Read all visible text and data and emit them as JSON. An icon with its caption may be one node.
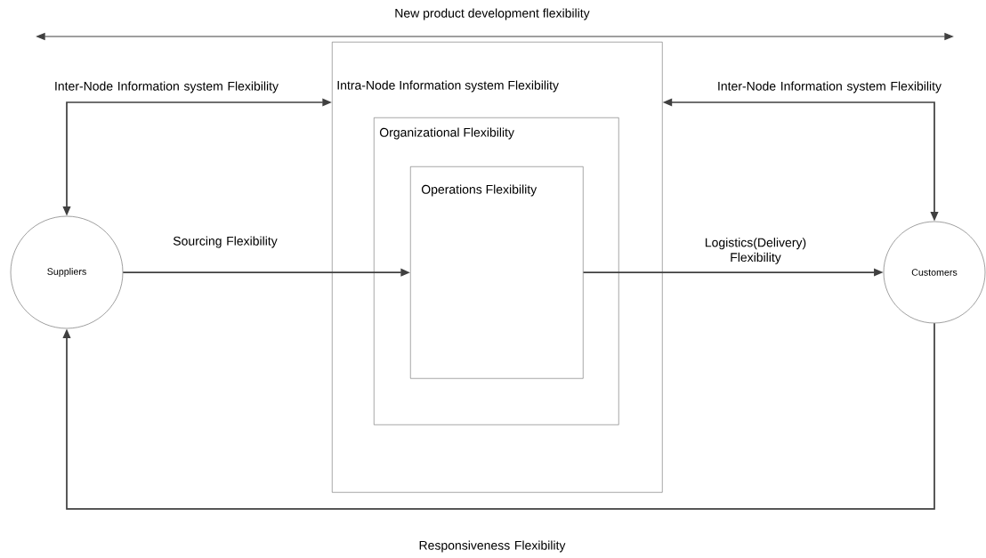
{
  "diagram": {
    "nodes": [
      {
        "text": [
          "Suppliers"
        ]
      },
      {
        "text": [
          "Intra-Node Information system Flexibility"
        ]
      },
      {
        "text": [
          "Organizational Flexibility"
        ],
        "in": 1
      },
      {
        "text": [
          "Operations Flexibility"
        ],
        "in": 2
      },
      {
        "text": [
          "Customers"
        ]
      }
    ],
    "edges": [
      {
        "from": 0,
        "to": 3,
        "arrow": "to",
        "label": "Sourcing Flexibility"
      },
      {
        "from": 3,
        "to": 4,
        "arrow": "to",
        "label": "Logistics(Delivery) Flexibility"
      },
      {
        "from": 0,
        "to": 1,
        "arrow": "both",
        "label": "Inter-Node Information system Flexibility"
      },
      {
        "from": 1,
        "to": 4,
        "arrow": "both",
        "label": "Inter-Node Information system Flexibility"
      },
      {
        "from": 4,
        "to": 0,
        "arrow": "to",
        "label": "Responsiveness Flexibility"
      }
    ],
    "labels": [
      "New product development flexibility"
    ]
  }
}
